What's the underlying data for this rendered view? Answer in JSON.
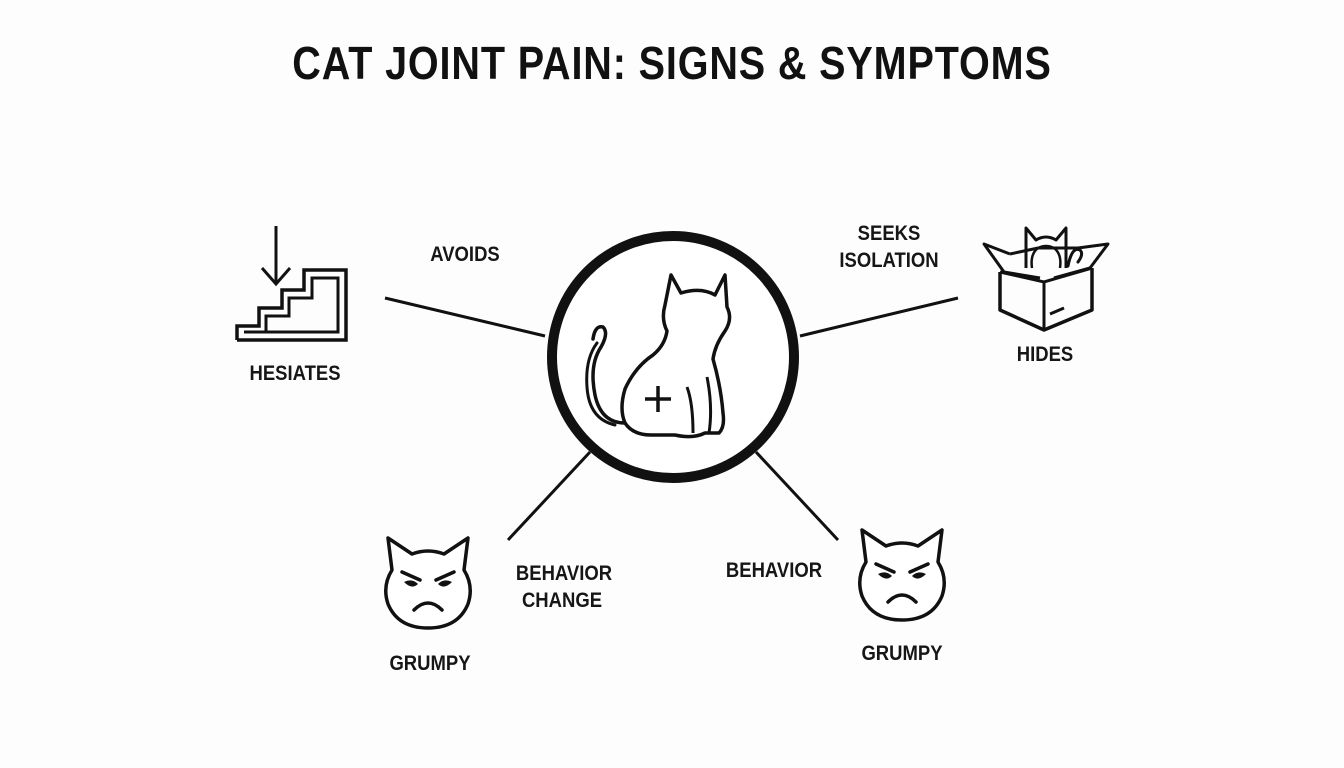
{
  "title": "CAT JOINT PAIN: SIGNS & SYMPTOMS",
  "center": {
    "icon": "cat-with-medical-cross-icon"
  },
  "branches": {
    "stairs": {
      "icon": "stairs-with-down-arrow-icon",
      "label": "HESIATES",
      "connector_label": "AVOIDS"
    },
    "hide": {
      "icon": "cat-in-box-icon",
      "label": "HIDES",
      "connector_label_line1": "SEEKS",
      "connector_label_line2": "ISOLATION"
    },
    "grumpy_left": {
      "icon": "grumpy-cat-face-icon",
      "label": "GRUMPY",
      "connector_label_line1": "BEHAVIOR",
      "connector_label_line2": "CHANGE"
    },
    "grumpy_right": {
      "icon": "grumpy-cat-face-icon",
      "label": "GRUMPY",
      "connector_label": "BEHAVIOR"
    }
  },
  "colors": {
    "stroke": "#111111",
    "background": "#fdfdfd"
  }
}
